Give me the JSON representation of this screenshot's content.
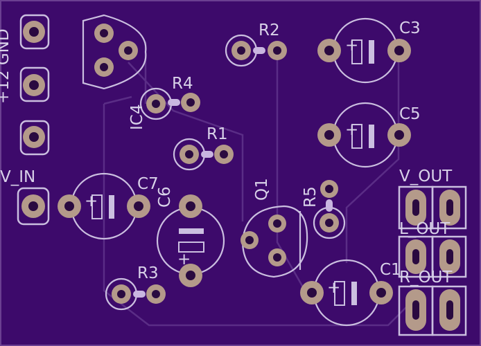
{
  "board": {
    "labels": {
      "c3": "C3",
      "c5": "C5",
      "c7": "C7",
      "c6": "C6",
      "c1": "C1",
      "r1": "R1",
      "r2": "R2",
      "r3": "R3",
      "r4": "R4",
      "r5": "R5",
      "q1": "Q1",
      "ic4": "IC4",
      "v_out": "V_OUT",
      "l_out": "L_OUT",
      "r_out": "R_OUT",
      "v_in": "V_IN",
      "gnd_12": "+12 GND"
    },
    "colors": {
      "board": "#3d0a6b",
      "silkscreen": "#cbbfe0",
      "copper_pad": "#b49a8a",
      "trace": "#5a2d86"
    }
  }
}
